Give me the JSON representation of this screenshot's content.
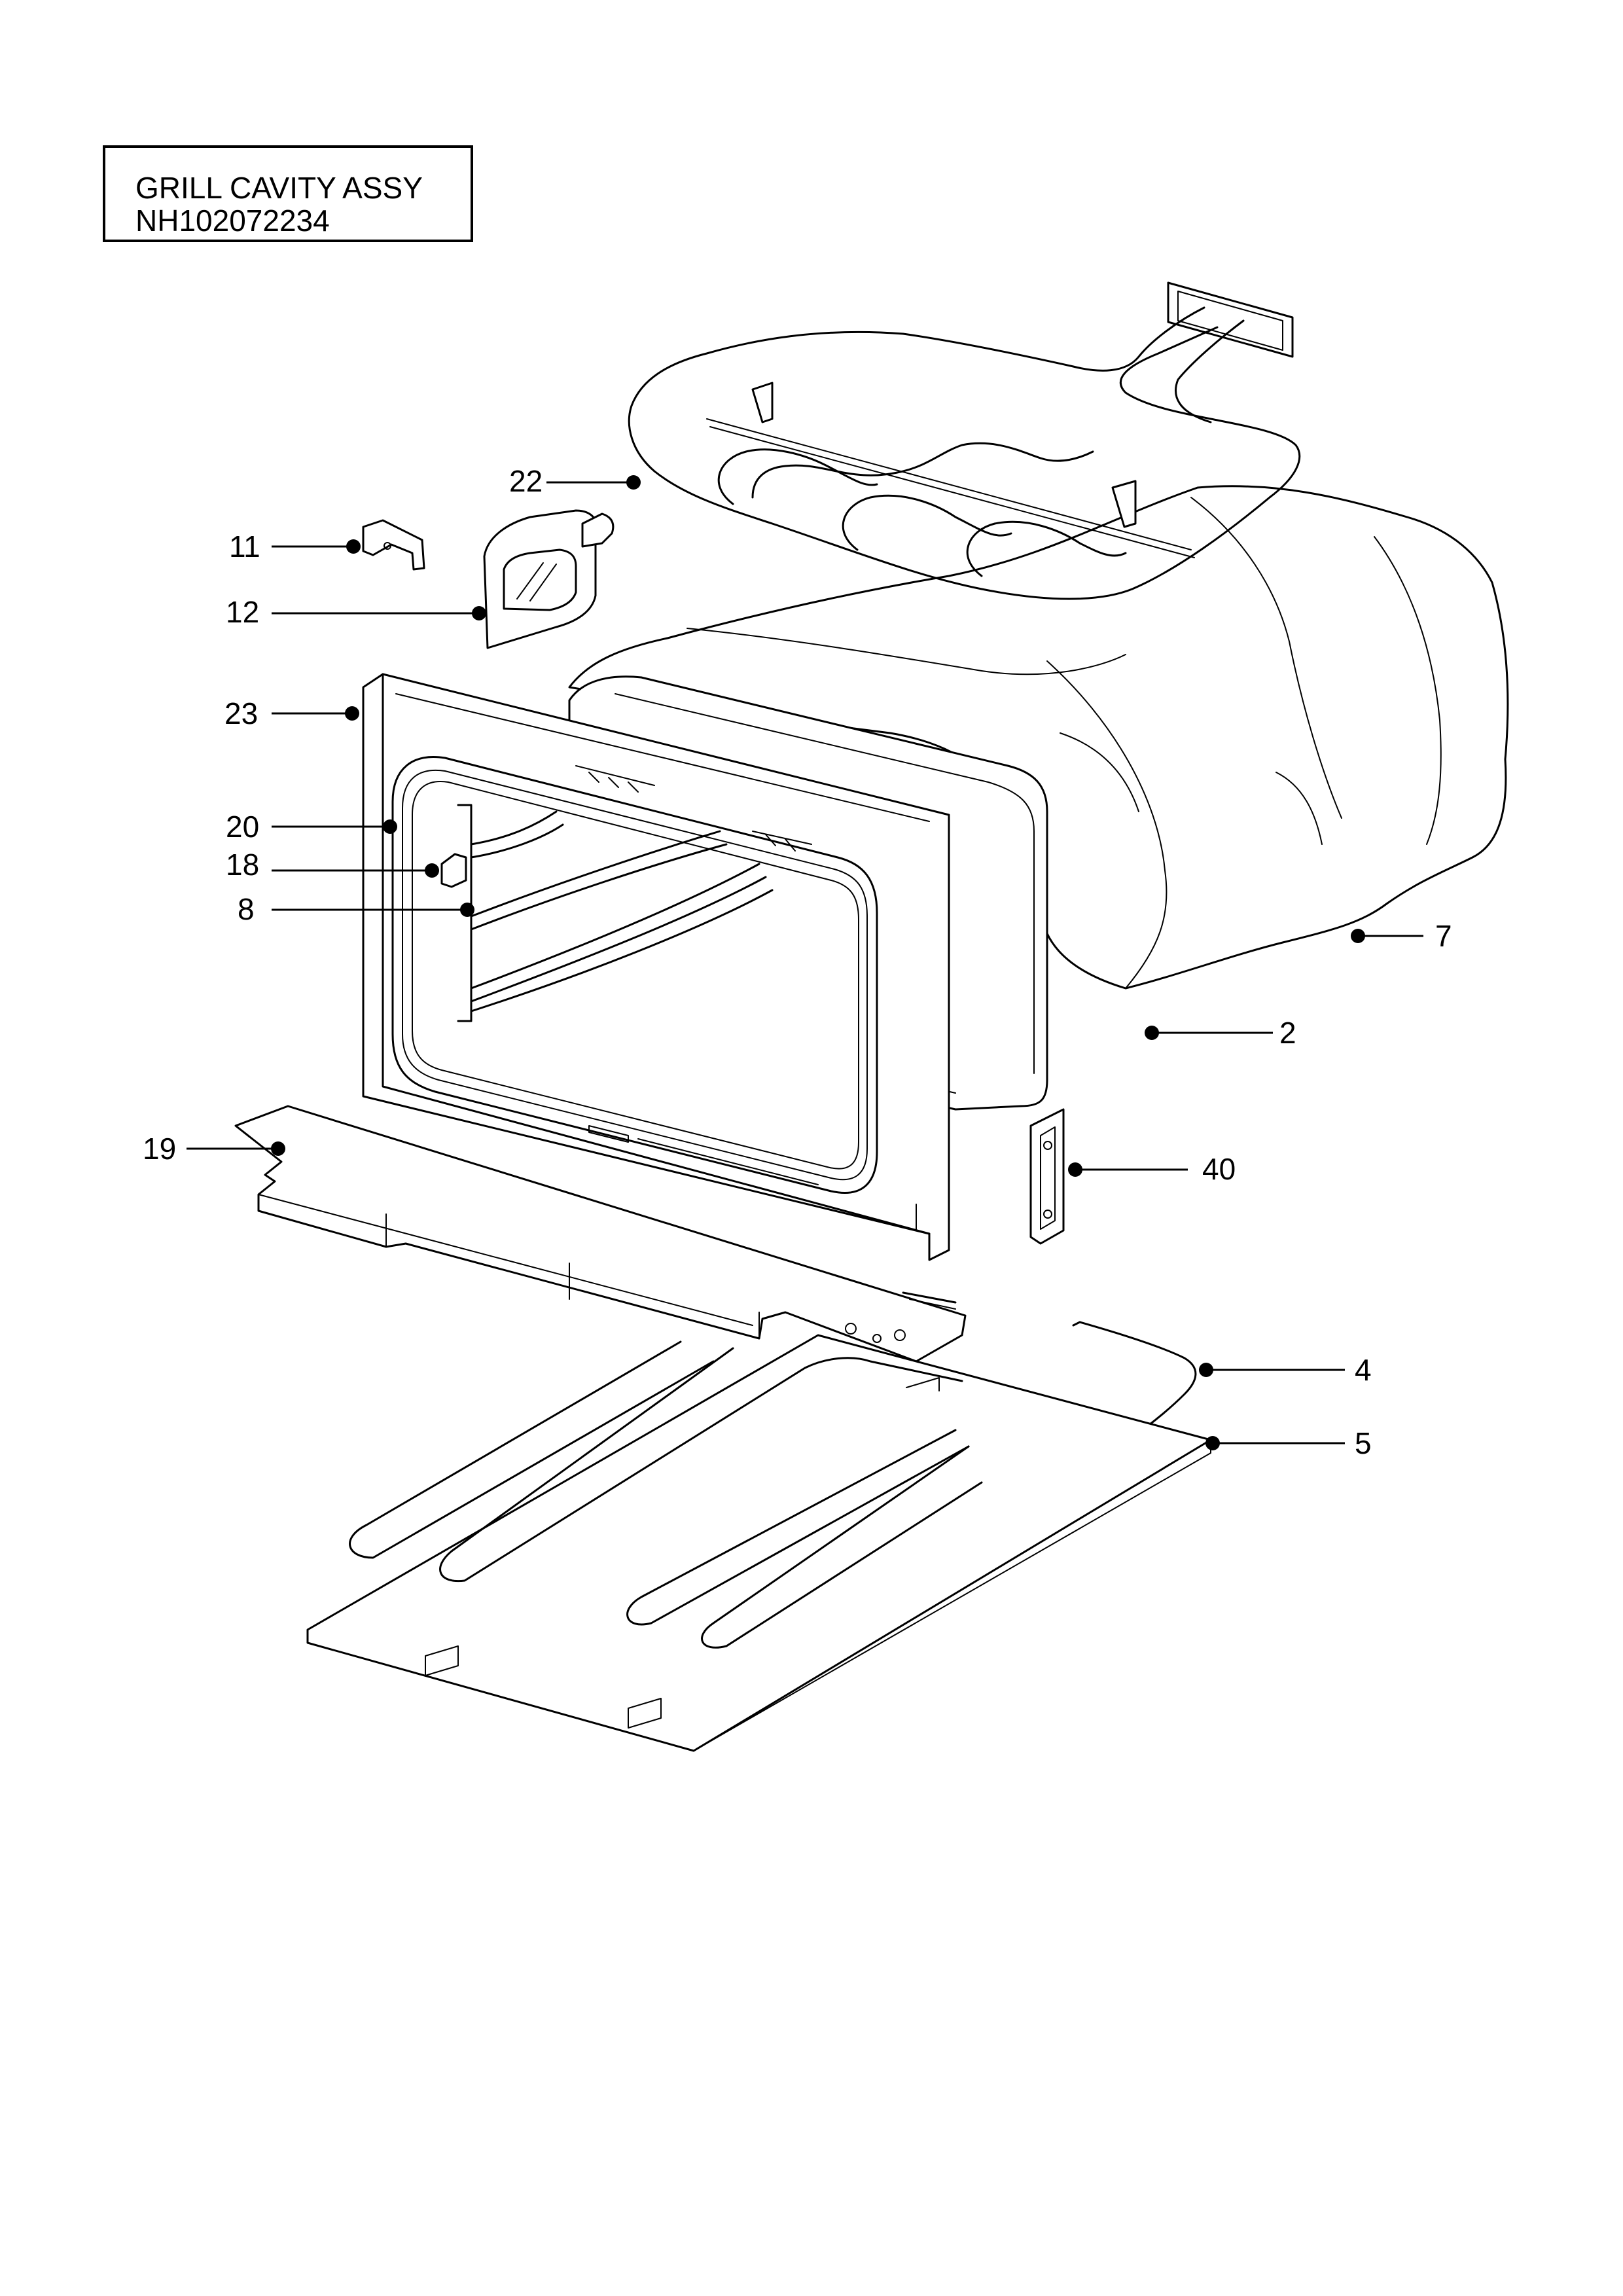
{
  "title": {
    "name": "GRILL CAVITY ASSY",
    "code": "NH102072234"
  },
  "callouts": [
    {
      "id": "c22",
      "label": "22"
    },
    {
      "id": "c11",
      "label": "11"
    },
    {
      "id": "c12",
      "label": "12"
    },
    {
      "id": "c23",
      "label": "23"
    },
    {
      "id": "c20",
      "label": "20"
    },
    {
      "id": "c18",
      "label": "18"
    },
    {
      "id": "c8",
      "label": "8"
    },
    {
      "id": "c7",
      "label": "7"
    },
    {
      "id": "c2",
      "label": "2"
    },
    {
      "id": "c19",
      "label": "19"
    },
    {
      "id": "c40",
      "label": "40"
    },
    {
      "id": "c4",
      "label": "4"
    },
    {
      "id": "c5",
      "label": "5"
    }
  ]
}
